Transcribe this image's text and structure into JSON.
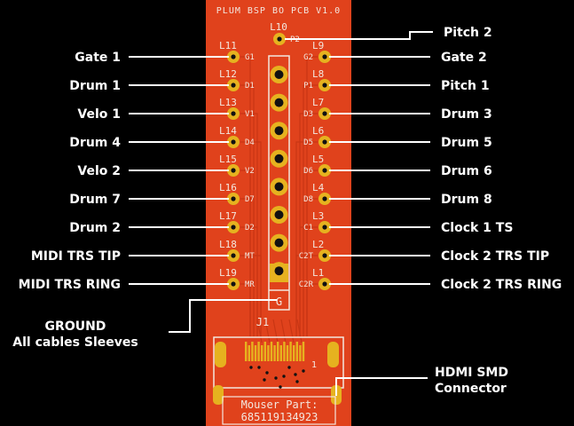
{
  "board": {
    "title": "PLUM BSP BO PCB V1.0",
    "connector_ref": "J1",
    "ground_pad_label": "G",
    "pin1_marker": "1",
    "mouser_label": "Mouser Part:",
    "mouser_number": "685119134923"
  },
  "colors": {
    "background": "#000000",
    "board": "#e0421c",
    "pad_gold": "#e6b21f",
    "silkscreen": "#f3e7df",
    "trace": "#c83614",
    "line": "#ffffff"
  },
  "top_pad": {
    "ref": "L10",
    "net": "P2",
    "label": "Pitch 2"
  },
  "left_pads": [
    {
      "ref": "L11",
      "net": "G1",
      "label": "Gate 1"
    },
    {
      "ref": "L12",
      "net": "D1",
      "label": "Drum 1"
    },
    {
      "ref": "L13",
      "net": "V1",
      "label": "Velo 1"
    },
    {
      "ref": "L14",
      "net": "D4",
      "label": "Drum 4"
    },
    {
      "ref": "L15",
      "net": "V2",
      "label": "Velo 2"
    },
    {
      "ref": "L16",
      "net": "D7",
      "label": "Drum 7"
    },
    {
      "ref": "L17",
      "net": "D2",
      "label": "Drum 2"
    },
    {
      "ref": "L18",
      "net": "MT",
      "label": "MIDI TRS TIP"
    },
    {
      "ref": "L19",
      "net": "MR",
      "label": "MIDI TRS RING"
    }
  ],
  "right_pads": [
    {
      "ref": "L9",
      "net": "G2",
      "label": "Gate 2"
    },
    {
      "ref": "L8",
      "net": "P1",
      "label": "Pitch 1"
    },
    {
      "ref": "L7",
      "net": "D3",
      "label": "Drum 3"
    },
    {
      "ref": "L6",
      "net": "D5",
      "label": "Drum 5"
    },
    {
      "ref": "L5",
      "net": "D6",
      "label": "Drum 6"
    },
    {
      "ref": "L4",
      "net": "D8",
      "label": "Drum 8"
    },
    {
      "ref": "L3",
      "net": "C1",
      "label": "Clock 1 TS"
    },
    {
      "ref": "L2",
      "net": "C2T",
      "label": "Clock 2 TRS TIP"
    },
    {
      "ref": "L1",
      "net": "C2R",
      "label": "Clock 2 TRS RING"
    }
  ],
  "callouts": {
    "ground_line1": "GROUND",
    "ground_line2": "All cables Sleeves",
    "hdmi_line1": "HDMI SMD",
    "hdmi_line2": "Connector"
  }
}
